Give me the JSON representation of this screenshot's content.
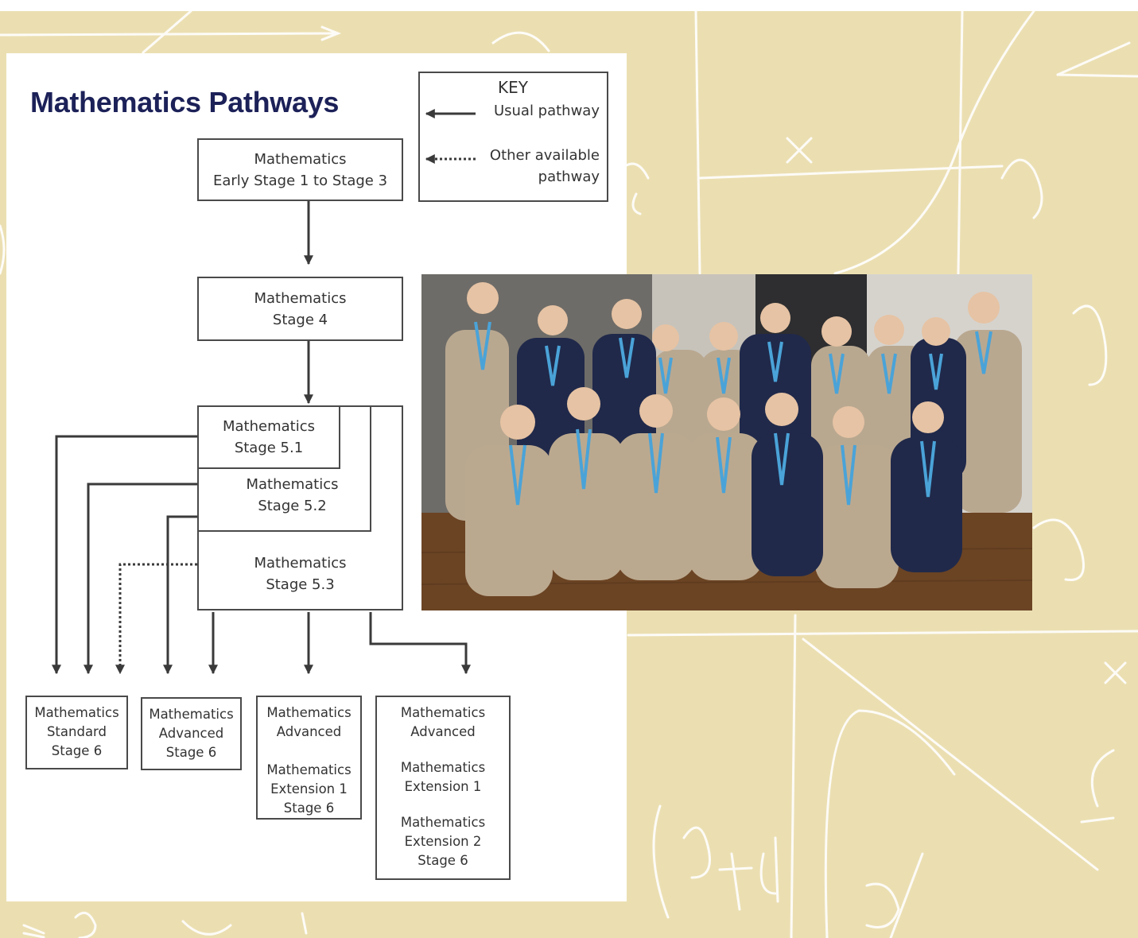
{
  "title": "Mathematics Pathways",
  "key": {
    "title": "KEY",
    "usual": "Usual pathway",
    "other_line1": "Other available",
    "other_line2": "pathway"
  },
  "boxes": {
    "es1": [
      "Mathematics",
      "Early Stage 1 to Stage 3"
    ],
    "s4": [
      "Mathematics",
      "Stage 4"
    ],
    "s51": [
      "Mathematics",
      "Stage 5.1"
    ],
    "s52": [
      "Mathematics",
      "Stage 5.2"
    ],
    "s53": [
      "Mathematics",
      "Stage 5.3"
    ]
  },
  "outcomes": {
    "standard": [
      "Mathematics",
      "Standard",
      "Stage 6"
    ],
    "advanced": [
      "Mathematics",
      "Advanced",
      "Stage 6"
    ],
    "ext1": [
      "Mathematics",
      "Advanced",
      "Mathematics",
      "Extension 1",
      "Stage 6"
    ],
    "ext2": [
      "Mathematics",
      "Advanced",
      "Mathematics",
      "Extension 1",
      "Mathematics",
      "Extension 2",
      "Stage 6"
    ]
  },
  "colors": {
    "title": "#1c2158",
    "background": "#ebdfb2",
    "line": "#4a4a4a",
    "lanyard": "#4aa3d8"
  }
}
